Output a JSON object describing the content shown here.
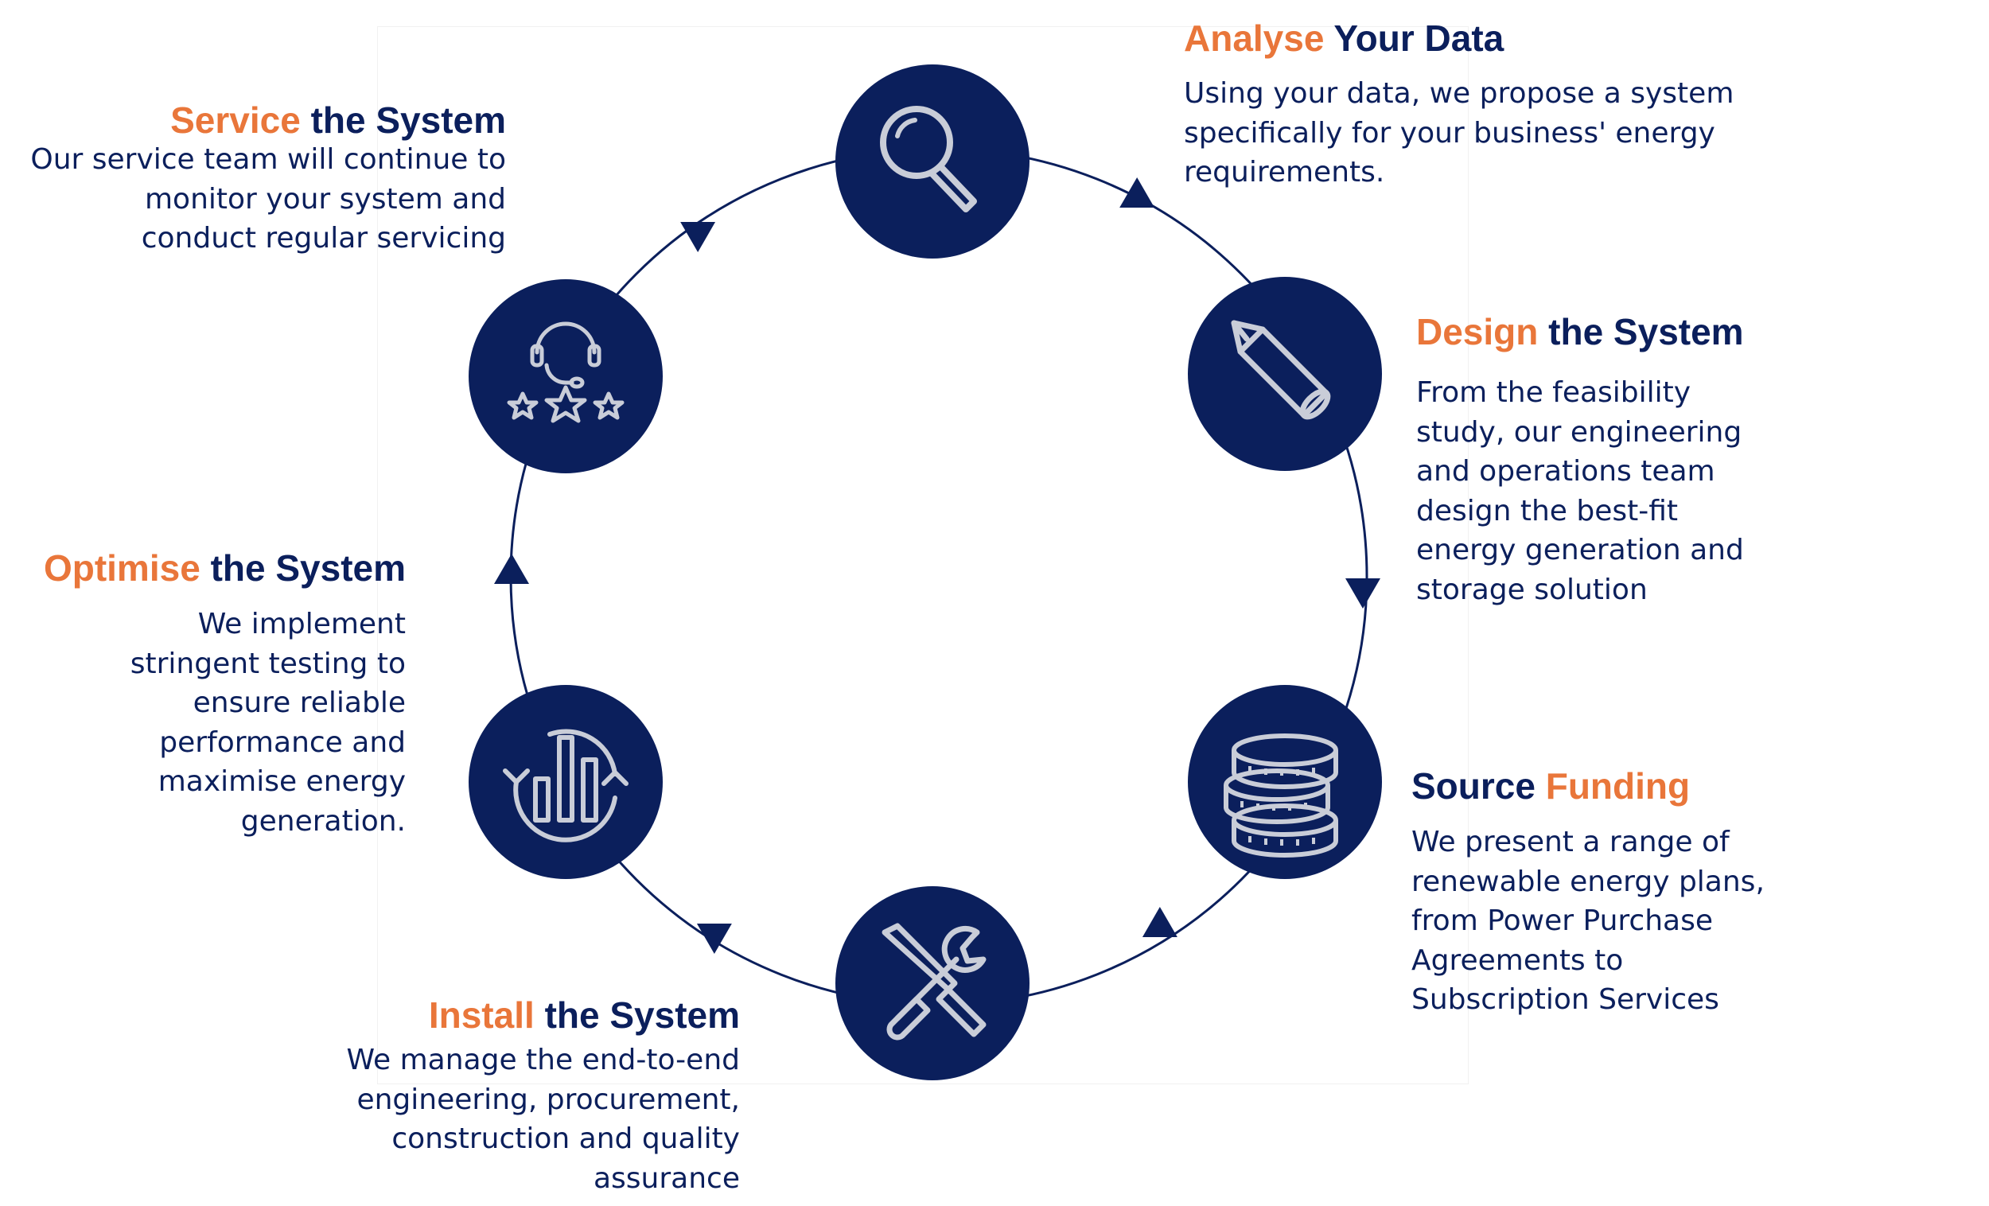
{
  "colors": {
    "navy": "#0b1f5c",
    "orange": "#e9763a",
    "icon_stroke": "#c9cdd8"
  },
  "stages": {
    "analyse": {
      "icon": "magnifier-icon",
      "heading_accent": "Analyse",
      "heading_rest": "Your Data",
      "lines": [
        "Using your data, we propose a system",
        "specifically for your business' energy",
        "requirements."
      ]
    },
    "design": {
      "icon": "pencil-icon",
      "heading_accent": "Design",
      "heading_rest": "the System",
      "lines": [
        "From the feasibility",
        "study, our engineering",
        "and operations team",
        "design the best-fit",
        "energy generation and",
        "storage solution"
      ]
    },
    "source": {
      "icon": "coins-icon",
      "heading_first": "Source",
      "heading_accent": "Funding",
      "lines": [
        "We present a range of",
        "renewable  energy plans,",
        "from Power Purchase",
        "Agreements to",
        "Subscription Services"
      ]
    },
    "install": {
      "icon": "tools-icon",
      "heading_accent": "Install",
      "heading_rest": "the System",
      "lines": [
        "We manage the end-to-end",
        "engineering, procurement,",
        "construction and quality",
        "assurance"
      ]
    },
    "optimise": {
      "icon": "chart-cycle-icon",
      "heading_accent": "Optimise",
      "heading_rest": "the System",
      "lines": [
        "We implement",
        "stringent testing to",
        "ensure reliable",
        "performance and",
        "maximise energy",
        "generation."
      ]
    },
    "service": {
      "icon": "support-rating-icon",
      "heading_accent": "Service",
      "heading_rest": "the System",
      "lines": [
        "Our service team will continue to",
        "monitor your system and",
        "conduct regular servicing"
      ]
    }
  }
}
